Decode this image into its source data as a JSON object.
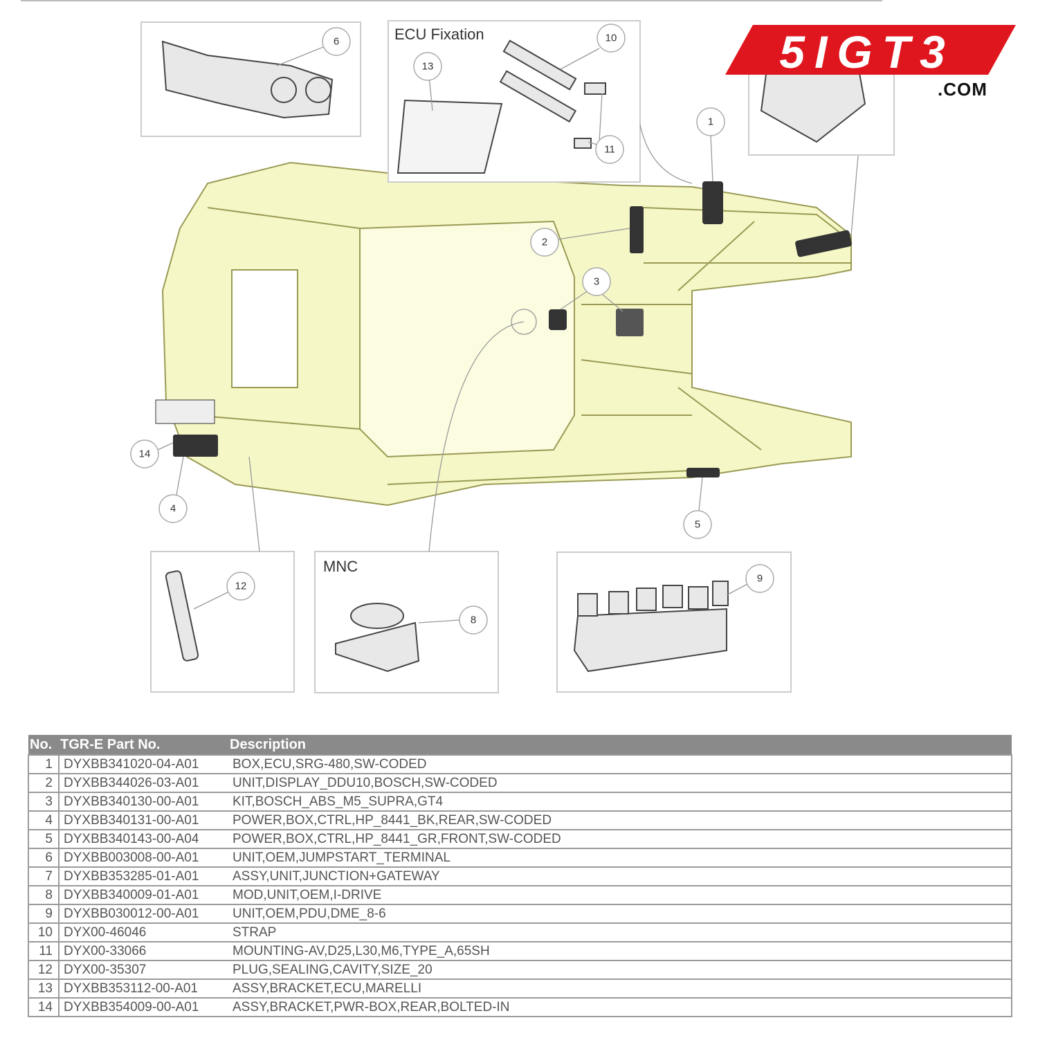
{
  "logo": {
    "text": "5IGT3",
    "suffix": ".COM",
    "color": "#e0161e"
  },
  "panels": {
    "ecu_fixation": "ECU Fixation",
    "mnc": "MNC"
  },
  "callouts": [
    "1",
    "2",
    "3",
    "4",
    "5",
    "6",
    "8",
    "9",
    "10",
    "11",
    "12",
    "13",
    "14"
  ],
  "table": {
    "headers": {
      "no": "No.",
      "part_no": "TGR-E Part No.",
      "description": "Description"
    },
    "rows": [
      {
        "no": "1",
        "part_no": "DYXBB341020-04-A01",
        "description": "BOX,ECU,SRG-480,SW-CODED"
      },
      {
        "no": "2",
        "part_no": "DYXBB344026-03-A01",
        "description": "UNIT,DISPLAY_DDU10,BOSCH,SW-CODED"
      },
      {
        "no": "3",
        "part_no": "DYXBB340130-00-A01",
        "description": "KIT,BOSCH_ABS_M5_SUPRA,GT4"
      },
      {
        "no": "4",
        "part_no": "DYXBB340131-00-A01",
        "description": "POWER,BOX,CTRL,HP_8441_BK,REAR,SW-CODED"
      },
      {
        "no": "5",
        "part_no": "DYXBB340143-00-A04",
        "description": "POWER,BOX,CTRL,HP_8441_GR,FRONT,SW-CODED"
      },
      {
        "no": "6",
        "part_no": "DYXBB003008-00-A01",
        "description": "UNIT,OEM,JUMPSTART_TERMINAL"
      },
      {
        "no": "7",
        "part_no": "DYXBB353285-01-A01",
        "description": "ASSY,UNIT,JUNCTION+GATEWAY"
      },
      {
        "no": "8",
        "part_no": "DYXBB340009-01-A01",
        "description": "MOD,UNIT,OEM,I-DRIVE"
      },
      {
        "no": "9",
        "part_no": "DYXBB030012-00-A01",
        "description": "UNIT,OEM,PDU,DME_8-6"
      },
      {
        "no": "10",
        "part_no": "DYX00-46046",
        "description": "STRAP"
      },
      {
        "no": "11",
        "part_no": "DYX00-33066",
        "description": "MOUNTING-AV,D25,L30,M6,TYPE_A,65SH"
      },
      {
        "no": "12",
        "part_no": "DYX00-35307",
        "description": "PLUG,SEALING,CAVITY,SIZE_20"
      },
      {
        "no": "13",
        "part_no": "DYXBB353112-00-A01",
        "description": "ASSY,BRACKET,ECU,MARELLI"
      },
      {
        "no": "14",
        "part_no": "DYXBB354009-00-A01",
        "description": "ASSY,BRACKET,PWR-BOX,REAR,BOLTED-IN"
      }
    ]
  }
}
